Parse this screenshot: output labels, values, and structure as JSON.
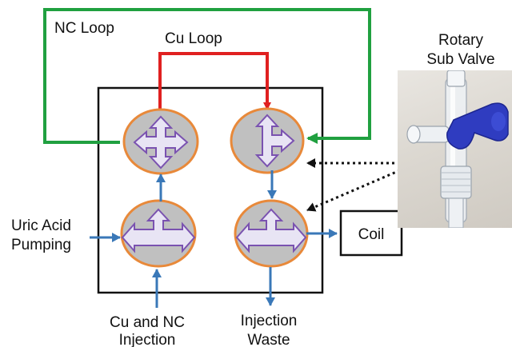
{
  "labels": {
    "nc_loop": "NC Loop",
    "cu_loop": "Cu Loop",
    "rotary_line1": "Rotary",
    "rotary_line2": "Sub Valve",
    "uric_line1": "Uric Acid",
    "uric_line2": "Pumping",
    "cu_nc_line1": "Cu and NC",
    "cu_nc_line2": "Injection",
    "injection_line1": "Injection",
    "injection_line2": "Waste",
    "coil": "Coil"
  },
  "colors": {
    "nc_loop_line": "#20a040",
    "cu_loop_line": "#e02020",
    "flow_arrow": "#3a78b8",
    "valve_fill": "#c0c0c0",
    "valve_border": "#e8893a",
    "valve_arrow_fill": "#e8e4f4",
    "valve_arrow_outline": "#7a52b0",
    "knob_blue": "#2f3cc0"
  },
  "icons": [
    "valve-top-left-icon",
    "valve-top-right-icon",
    "valve-bottom-left-icon",
    "valve-bottom-right-icon",
    "rotary-sub-valve-photo"
  ]
}
